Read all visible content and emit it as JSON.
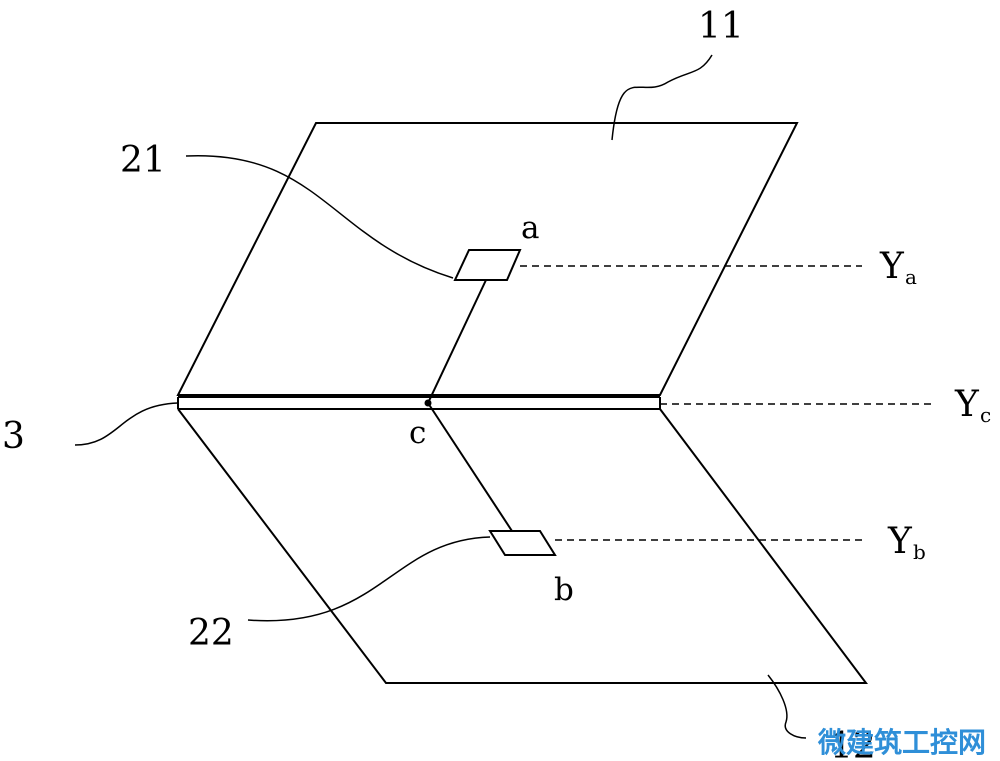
{
  "labels": {
    "panel_top": "11",
    "panel_bottom": "12",
    "hinge": "3",
    "sensor_a_ref": "21",
    "sensor_b_ref": "22",
    "point_a": "a",
    "point_b": "b",
    "point_c": "c",
    "axis_a": {
      "main": "Y",
      "sub": "a"
    },
    "axis_b": {
      "main": "Y",
      "sub": "b"
    },
    "axis_c": {
      "main": "Y",
      "sub": "c"
    }
  },
  "watermark": "微建筑工控网",
  "colors": {
    "line": "#000000",
    "watermark": "#2f8fd8"
  }
}
